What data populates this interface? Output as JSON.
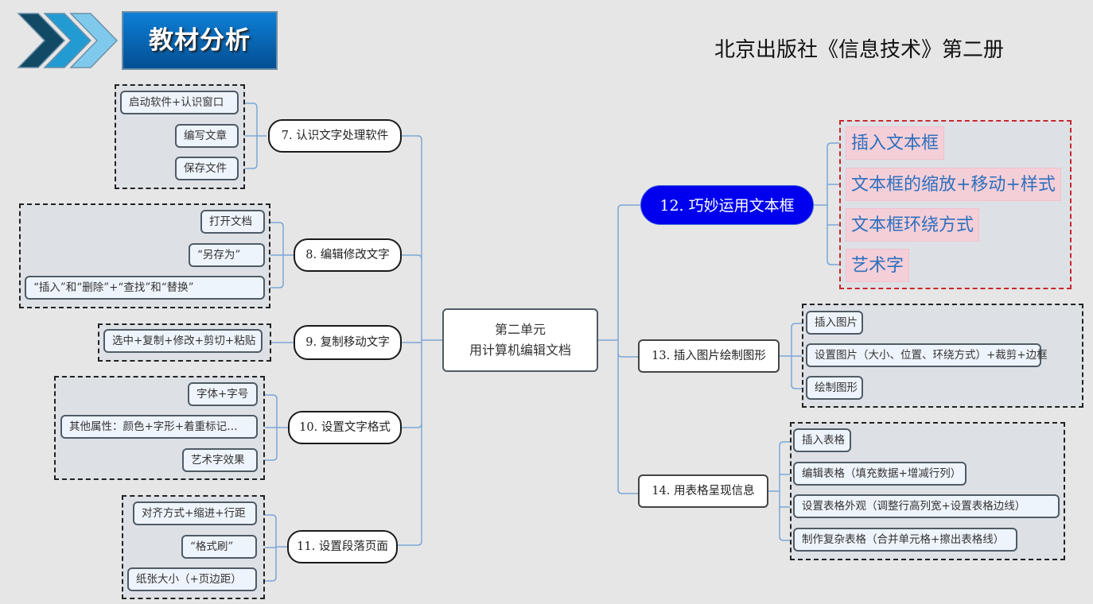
{
  "header": {
    "banner_title": "教材分析",
    "subtitle": "北京出版社《信息技术》第二册",
    "chevron_colors": [
      "#124a66",
      "#229bd3",
      "#7fcaec"
    ]
  },
  "colors": {
    "connector": "#7ba7d6",
    "highlight_topic": "#0000ee",
    "highlight_leaf_bg": "#f5cfd8",
    "highlight_leaf_text": "#2d6fbd",
    "highlight_border": "#c8282e"
  },
  "root": {
    "line1": "第二单元",
    "line2": "用计算机编辑文档"
  },
  "left_topics": [
    {
      "label": "7. 认识文字处理软件",
      "children": [
        "启动软件+认识窗口",
        "编写文章",
        "保存文件"
      ]
    },
    {
      "label": "8. 编辑修改文字",
      "children": [
        "打开文档",
        "“另存为”",
        "“插入”和“删除”+“查找”和“替换”"
      ]
    },
    {
      "label": "9. 复制移动文字",
      "children": [
        "选中+复制+修改+剪切+粘贴"
      ]
    },
    {
      "label": "10. 设置文字格式",
      "children": [
        "字体+字号",
        "其他属性：颜色+字形+着重标记…",
        "艺术字效果"
      ]
    },
    {
      "label": "11. 设置段落页面",
      "children": [
        "对齐方式+缩进+行距",
        "“格式刷”",
        "纸张大小（+页边距）"
      ]
    }
  ],
  "right_topics": [
    {
      "label": "12. 巧妙运用文本框",
      "highlighted": true,
      "children": [
        "插入文本框",
        "文本框的缩放+移动+样式",
        "文本框环绕方式",
        "艺术字"
      ]
    },
    {
      "label": "13. 插入图片绘制图形",
      "children": [
        "插入图片",
        "设置图片（大小、位置、环绕方式）+裁剪+边框",
        "绘制图形"
      ]
    },
    {
      "label": "14. 用表格呈现信息",
      "children": [
        "插入表格",
        "编辑表格（填充数据+增减行列）",
        "设置表格外观（调整行高列宽+设置表格边线）",
        "制作复杂表格（合并单元格+擦出表格线）"
      ]
    }
  ]
}
